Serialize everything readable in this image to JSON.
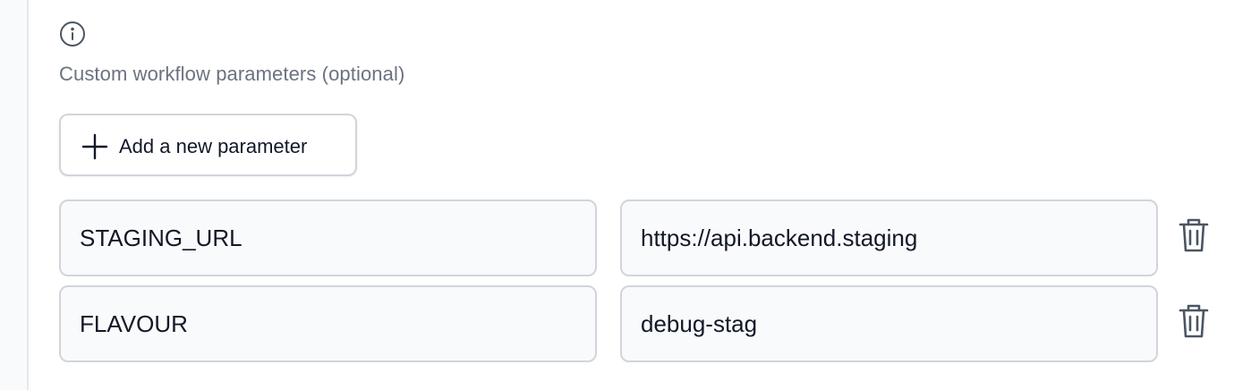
{
  "section": {
    "info_icon": "info-circle-icon",
    "label": "Custom workflow parameters (optional)"
  },
  "add_button": {
    "icon": "plus-icon",
    "label": "Add a new parameter"
  },
  "parameters": [
    {
      "key": "STAGING_URL",
      "value": "https://api.backend.staging",
      "delete_icon": "trash-icon"
    },
    {
      "key": "FLAVOUR",
      "value": "debug-stag",
      "delete_icon": "trash-icon"
    }
  ],
  "colors": {
    "text_primary": "#111827",
    "text_secondary": "#6b7280",
    "border": "#d1d5db",
    "field_background": "#f9fafb",
    "icon": "#4b5563"
  }
}
